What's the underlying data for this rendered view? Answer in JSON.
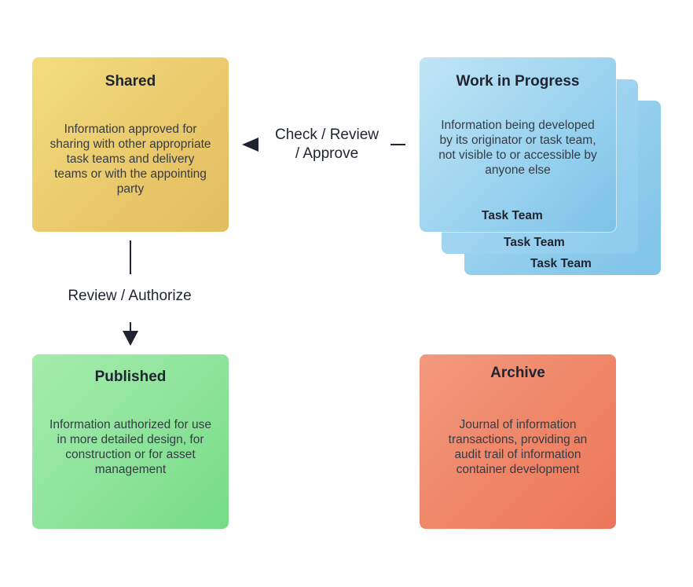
{
  "shared": {
    "title": "Shared",
    "description": "Information approved for sharing with other appropriate task teams and delivery teams or with the appointing party"
  },
  "work_in_progress": {
    "title": "Work in Progress",
    "description": "Information being developed by its originator or task team, not visible to or accessible by anyone else",
    "task_teams": [
      "Task Team",
      "Task Team",
      "Task Team"
    ]
  },
  "published": {
    "title": "Published",
    "description": "Information authorized for use in more detailed design, for construction or for asset management"
  },
  "archive": {
    "title": "Archive",
    "description": "Journal of information transactions, providing an audit trail of information container development"
  },
  "flows": {
    "check_review_approve_line1": "Check / Review",
    "check_review_approve_line2": "/ Approve",
    "review_authorize": "Review / Authorize"
  },
  "colors": {
    "shared": "#e9c86a",
    "work_in_progress": "#9bd3ef",
    "published": "#8ce39a",
    "archive": "#ef8567",
    "arrow": "#1f2430"
  }
}
